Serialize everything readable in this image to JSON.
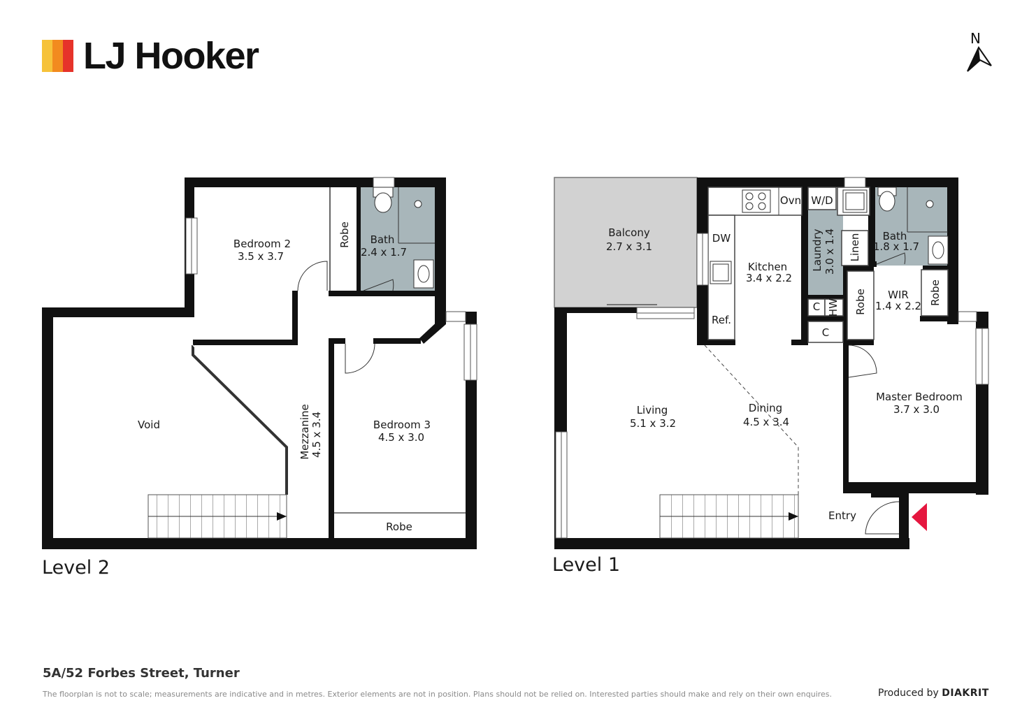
{
  "brand": {
    "name": "LJ Hooker",
    "bar_colors": [
      "#F6C23A",
      "#F28B1F",
      "#E6332A"
    ]
  },
  "compass": {
    "label": "N"
  },
  "levels": [
    {
      "label": "Level 2"
    },
    {
      "label": "Level 1"
    }
  ],
  "rooms": {
    "bedroom2": {
      "name": "Bedroom 2",
      "dims": "3.5 x 3.7"
    },
    "robe_l2_top": {
      "name": "Robe"
    },
    "bath_l2": {
      "name": "Bath",
      "dims": "2.4 x 1.7"
    },
    "void": {
      "name": "Void"
    },
    "mezzanine": {
      "name": "Mezzanine",
      "dims": "4.5 x 3.4"
    },
    "bedroom3": {
      "name": "Bedroom 3",
      "dims": "4.5 x 3.0"
    },
    "robe_l2_bottom": {
      "name": "Robe"
    },
    "balcony": {
      "name": "Balcony",
      "dims": "2.7 x 3.1"
    },
    "ovn": {
      "name": "Ovn"
    },
    "wd": {
      "name": "W/D"
    },
    "dw": {
      "name": "DW"
    },
    "kitchen": {
      "name": "Kitchen",
      "dims": "3.4 x 2.2"
    },
    "ref": {
      "name": "Ref."
    },
    "laundry": {
      "name": "Laundry",
      "dims": "3.0 x 1.4"
    },
    "linen": {
      "name": "Linen"
    },
    "c1": {
      "name": "C"
    },
    "hw": {
      "name": "HW"
    },
    "c2": {
      "name": "C"
    },
    "bath_l1": {
      "name": "Bath",
      "dims": "1.8 x 1.7"
    },
    "robe_l1_left": {
      "name": "Robe"
    },
    "wir": {
      "name": "WIR",
      "dims": "1.4 x 2.2"
    },
    "robe_l1_right": {
      "name": "Robe"
    },
    "living": {
      "name": "Living",
      "dims": "5.1 x 3.2"
    },
    "dining": {
      "name": "Dining",
      "dims": "4.5 x 3.4"
    },
    "master": {
      "name": "Master Bedroom",
      "dims": "3.7 x 3.0"
    },
    "entry": {
      "name": "Entry"
    }
  },
  "colors": {
    "wall": "#111111",
    "wet_area": "#A8B6BA",
    "balcony": "#D2D2D2",
    "entry_marker": "#E5173F"
  },
  "footer": {
    "address": "5A/52 Forbes Street, Turner",
    "disclaimer": "The floorplan is not to scale; measurements are indicative and in metres. Exterior elements are not in position. Plans should not be relied on. Interested parties should make and rely on their own enquires.",
    "produced_by_label": "Produced by",
    "producer": "DIAKRIT"
  }
}
